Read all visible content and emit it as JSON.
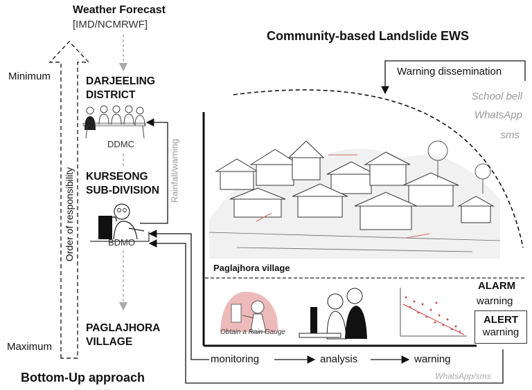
{
  "forecast": {
    "title": "Weather Forecast",
    "source": "[IMD/NCMRWF]"
  },
  "main_title": "Community-based Landslide  EWS",
  "responsibility": {
    "top": "Minimum",
    "bottom": "Maximum",
    "axis_label": "Order of responsibility"
  },
  "levels": {
    "district": [
      "DARJEELING",
      "DISTRICT"
    ],
    "ddmc": "DDMC",
    "subdivision": [
      "KURSEONG",
      "SUB-DIVISION"
    ],
    "bdmo": "BDMO",
    "village": [
      "PAGLAJHORA",
      "VILLAGE"
    ]
  },
  "rainfall_label": "Rainfall/warning",
  "dissemination": {
    "title": "Warning dissemination",
    "channels": [
      "School bell",
      "WhatsApp",
      "sms"
    ]
  },
  "village_label": "Paglajhora village",
  "rain_gauge_caption": "Obtain a Rain Gauge",
  "alarm": {
    "line1": "ALARM",
    "line2": "warning"
  },
  "alert": {
    "line1": "ALERT",
    "line2": "warning"
  },
  "flow": {
    "step1": "monitoring",
    "step2": "analysis",
    "step3": "warning"
  },
  "feedback_label": "WhatsApp/sms",
  "approach": "Bottom-Up approach",
  "colors": {
    "text": "#111111",
    "muted": "#9a9a9a",
    "dashed_arrow": "#aaaaaa",
    "gauge_fill": "#e9a9a9"
  }
}
